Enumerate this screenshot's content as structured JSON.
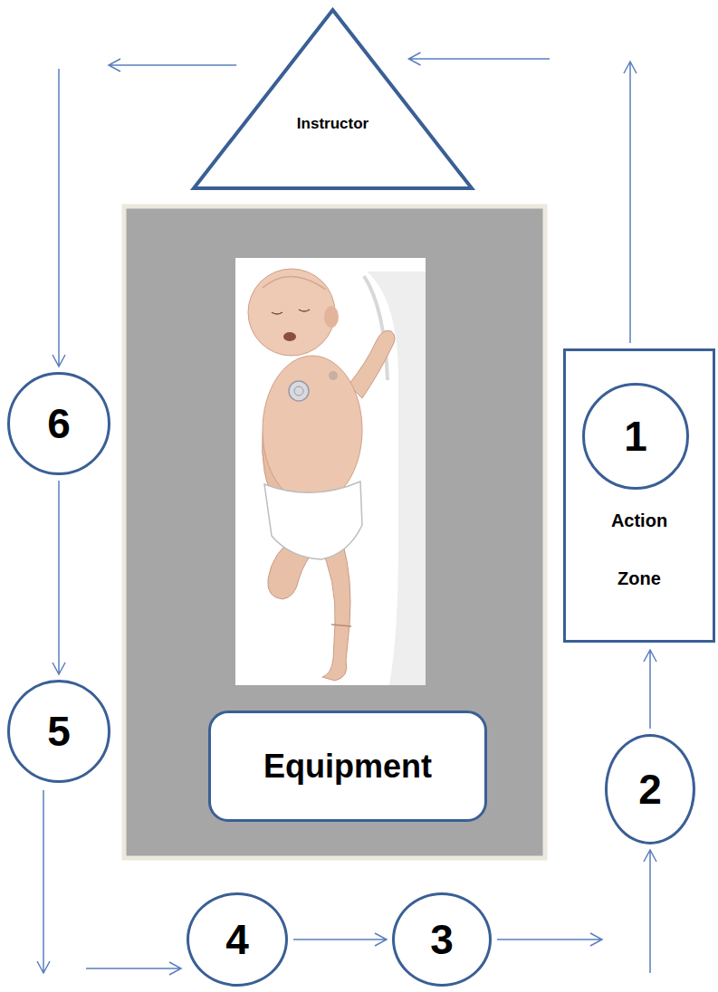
{
  "diagram": {
    "nodes": [
      {
        "text": [
          "Instructor"
        ]
      },
      {
        "text": [
          "Equipment"
        ]
      },
      {
        "text": [
          "Action Zone"
        ]
      },
      {
        "text": [
          "1"
        ],
        "in": 2
      },
      {
        "text": [
          "2"
        ]
      },
      {
        "text": [
          "3"
        ]
      },
      {
        "text": [
          "4"
        ]
      },
      {
        "text": [
          "5"
        ]
      },
      {
        "text": [
          "6"
        ]
      }
    ],
    "edges": [
      {
        "from": 2,
        "to": 0,
        "arrow": "to"
      },
      {
        "from": 0,
        "to": 8,
        "arrow": "to"
      },
      {
        "from": 8,
        "to": 7,
        "arrow": "to"
      },
      {
        "from": 7,
        "to": 6,
        "arrow": "to"
      },
      {
        "from": 6,
        "to": 5,
        "arrow": "to"
      },
      {
        "from": 5,
        "to": 4,
        "arrow": "to"
      },
      {
        "from": 4,
        "to": 2,
        "arrow": "to"
      }
    ]
  }
}
